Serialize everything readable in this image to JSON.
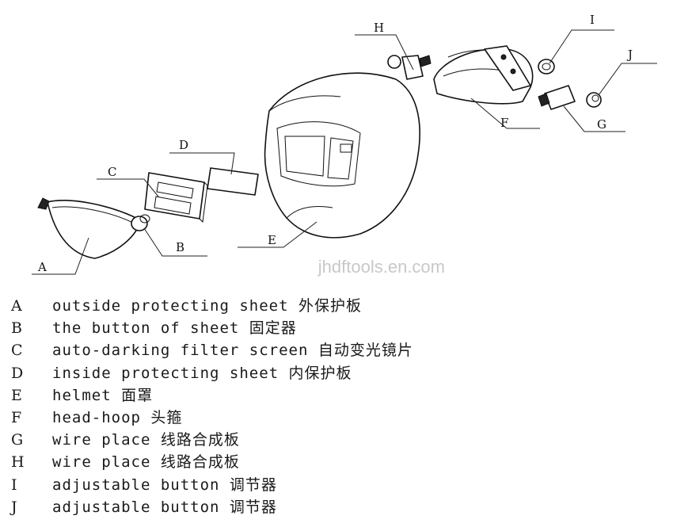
{
  "callouts": {
    "A": "A",
    "B": "B",
    "C": "C",
    "D": "D",
    "E": "E",
    "F": "F",
    "G": "G",
    "H": "H",
    "I": "I",
    "J": "J"
  },
  "watermark": "jhdftools.en.com",
  "legend": [
    {
      "key": "A",
      "text": "outside protecting sheet 外保护板"
    },
    {
      "key": "B",
      "text": "the button of sheet 固定器"
    },
    {
      "key": "C",
      "text": "auto-darking filter screen 自动变光镜片"
    },
    {
      "key": "D",
      "text": "inside protecting sheet 内保护板"
    },
    {
      "key": "E",
      "text": "helmet 面罩"
    },
    {
      "key": "F",
      "text": "head-hoop 头箍"
    },
    {
      "key": "G",
      "text": "wire place 线路合成板"
    },
    {
      "key": "H",
      "text": "wire place 线路合成板"
    },
    {
      "key": "I",
      "text": "adjustable button 调节器"
    },
    {
      "key": "J",
      "text": "adjustable button 调节器"
    }
  ]
}
